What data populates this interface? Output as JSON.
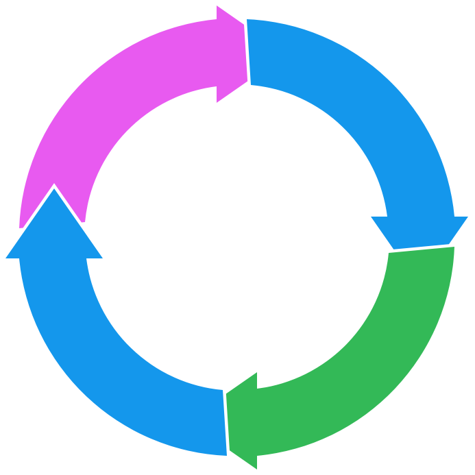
{
  "diagram": {
    "type": "cycle",
    "background": "#ffffff",
    "separator_color": "#ffffff",
    "arrows": [
      {
        "id": "top-left",
        "color": "#e85af0",
        "direction": "clockwise",
        "target": "top"
      },
      {
        "id": "top-right",
        "color": "#1497ec",
        "direction": "clockwise",
        "target": "right"
      },
      {
        "id": "bottom-right",
        "color": "#33b957",
        "direction": "clockwise",
        "target": "bottom"
      },
      {
        "id": "bottom-left",
        "color": "#1497ec",
        "direction": "clockwise",
        "target": "left"
      }
    ]
  }
}
